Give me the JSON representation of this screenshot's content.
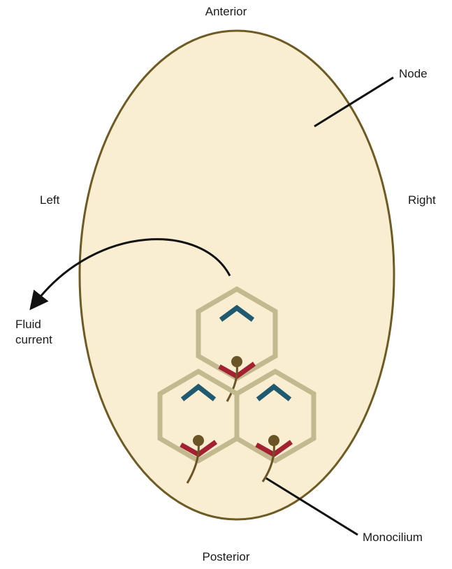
{
  "labels": {
    "anterior": "Anterior",
    "posterior": "Posterior",
    "left": "Left",
    "right": "Right",
    "node": "Node",
    "fluid_current": "Fluid\ncurrent",
    "monocilium": "Monocilium"
  },
  "colors": {
    "node_fill": "#f9edd2",
    "node_stroke": "#6e5b24",
    "cell_outline": "#c2b98f",
    "anterior_marker": "#1f5a70",
    "posterior_marker": "#a32131",
    "cilium": "#6b5425",
    "leader_line": "#111111"
  }
}
